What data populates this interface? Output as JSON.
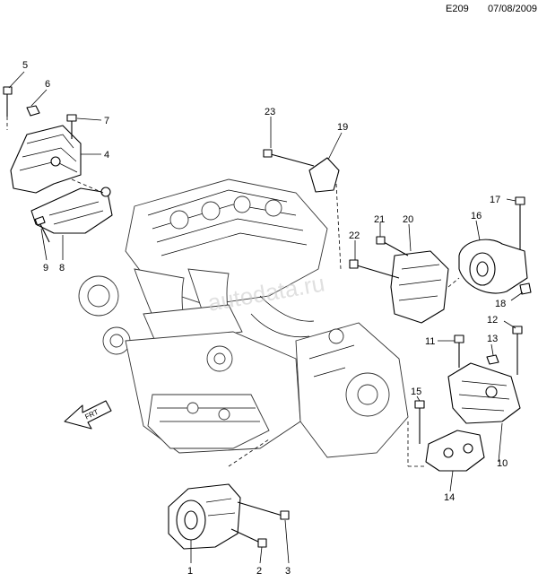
{
  "header": {
    "code": "E209",
    "date": "07/08/2009"
  },
  "callouts": [
    "1",
    "2",
    "3",
    "4",
    "5",
    "6",
    "7",
    "8",
    "9",
    "10",
    "11",
    "12",
    "13",
    "14",
    "15",
    "16",
    "17",
    "18",
    "19",
    "20",
    "21",
    "22",
    "23"
  ],
  "front_arrow_label": "FRT",
  "watermark": "autodata.ru"
}
